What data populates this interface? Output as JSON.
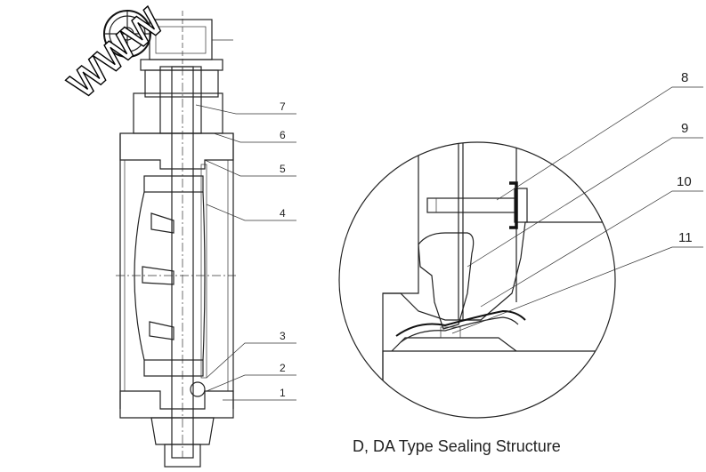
{
  "watermark": "WWW",
  "valve_callouts": [
    "7",
    "6",
    "5",
    "4",
    "3",
    "2",
    "1"
  ],
  "detail_callouts": [
    "8",
    "9",
    "10",
    "11"
  ],
  "caption": "D, DA Type Sealing Structure"
}
